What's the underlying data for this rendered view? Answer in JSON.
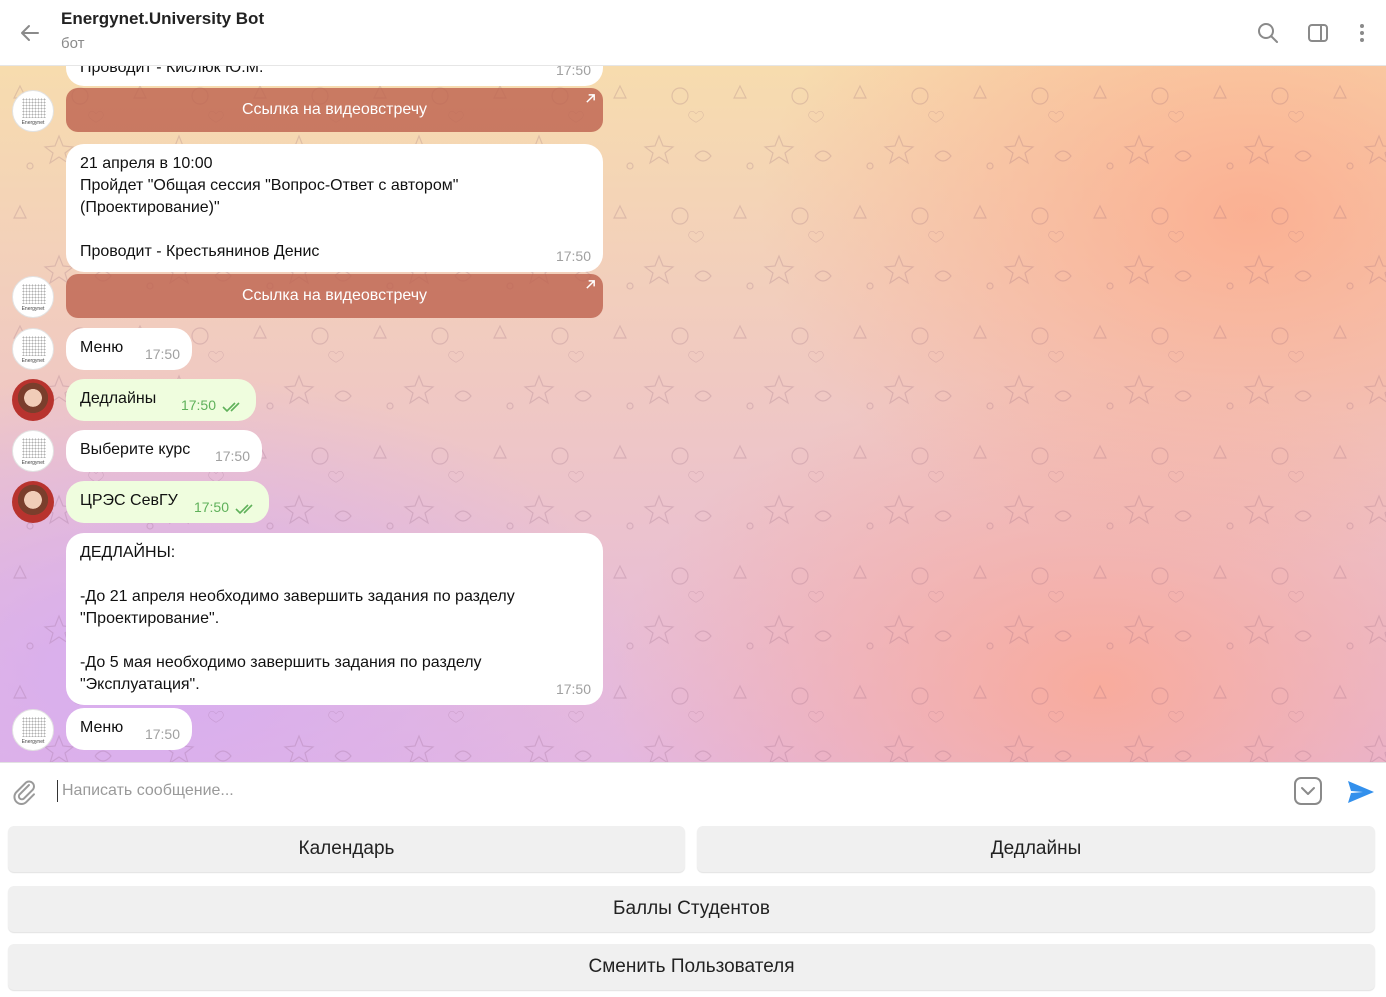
{
  "header": {
    "title": "Energynet.University Bot",
    "subtitle": "бот"
  },
  "bot_avatar_text": "Energynet",
  "messages": [
    {
      "lines": [
        "Проводит - Кислюк Ю.М."
      ],
      "time": "17:50"
    },
    {
      "button": "Ссылка на видеовстречу"
    },
    {
      "lines": [
        "21 апреля в 10:00",
        "Пройдет \"Общая сессия \"Вопрос-Ответ с автором\"",
        "(Проектирование)\"",
        "",
        "Проводит - Крестьянинов Денис"
      ],
      "time": "17:50"
    },
    {
      "button": "Ссылка на видеовстречу"
    },
    {
      "lines": [
        "Меню"
      ],
      "time": "17:50"
    },
    {
      "lines": [
        "Дедлайны"
      ],
      "time": "17:50",
      "outgoing": true
    },
    {
      "lines": [
        "Выберите курс"
      ],
      "time": "17:50"
    },
    {
      "lines": [
        "ЦРЭС СевГУ"
      ],
      "time": "17:50",
      "outgoing": true
    },
    {
      "lines": [
        "ДЕДЛАЙНЫ:",
        "",
        "-До 21 апреля необходимо завершить задания по разделу",
        "\"Проектирование\".",
        "",
        "-До 5 мая необходимо завершить задания по разделу",
        "\"Эксплуатация\"."
      ],
      "time": "17:50"
    },
    {
      "lines": [
        "Меню"
      ],
      "time": "17:50"
    }
  ],
  "input": {
    "placeholder": "Написать сообщение..."
  },
  "keyboard": {
    "calendar": "Календарь",
    "deadlines": "Дедлайны",
    "scores": "Баллы Студентов",
    "switch_user": "Сменить Пользователя"
  },
  "colors": {
    "accent": "#3390ec",
    "outgoing_bubble": "#effdde",
    "inline_button": "#c0705a",
    "read_checks": "#5fb15a"
  }
}
